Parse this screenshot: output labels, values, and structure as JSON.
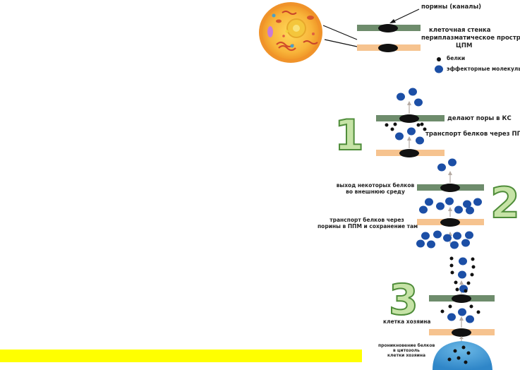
{
  "legend": {
    "porins": "порины (каналы)",
    "cell_wall": "клеточная стенка",
    "periplasm": "периплазматическое пространство",
    "cpm": "ЦПМ",
    "proteins": "белки",
    "effectors": "эффекторные молекулы"
  },
  "step1": {
    "number": "1",
    "pores_label": "делают поры в КС",
    "transport_label": "транспорт белков через ППМ"
  },
  "step2": {
    "number": "2",
    "exit_label_1": "выход некоторых белков",
    "exit_label_2": "во внешнюю среду",
    "transport_label_1": "транспорт белков через",
    "transport_label_2": "порины в ППМ и сохранение там"
  },
  "step3": {
    "number": "3",
    "host_cell_label": "клетка хозяина",
    "penetration_1": "проникновение белков",
    "penetration_2": "в цитозоль",
    "penetration_3": "клетки хозяина"
  },
  "colors": {
    "wall": "#6e8c6c",
    "membrane": "#f6c38f",
    "pore": "#111111",
    "effector": "#1c4fa6",
    "protein": "#111111",
    "arrow": "#b5aaa3",
    "number_fill": "#c6e3a6",
    "number_stroke": "#4f8d3a",
    "host_cell": "#3f9ad6",
    "highlight": "#ffff00"
  }
}
